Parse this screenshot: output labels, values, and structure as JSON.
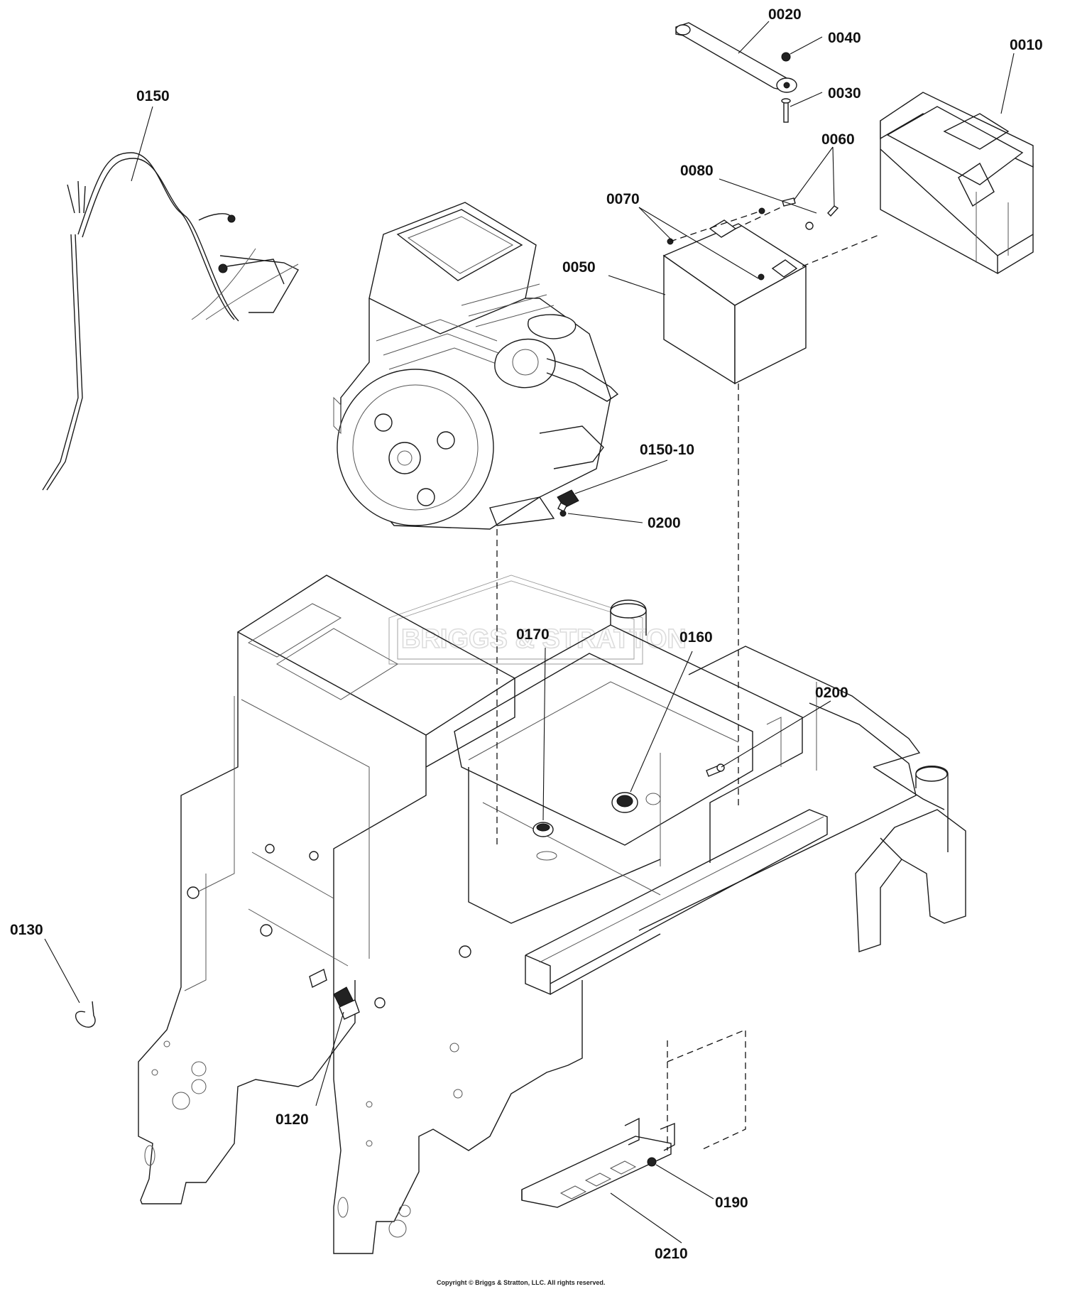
{
  "watermark": "BRIGGS & STRATTON",
  "copyright": "Copyright © Briggs & Stratton, LLC. All rights reserved.",
  "labels": {
    "p0020": "0020",
    "p0040": "0040",
    "p0010": "0010",
    "p0030": "0030",
    "p0150": "0150",
    "p0060": "0060",
    "p0080": "0080",
    "p0070": "0070",
    "p0050": "0050",
    "p0150_10": "0150-10",
    "p0200_top": "0200",
    "p0160": "0160",
    "p0170": "0170",
    "p0200_frame": "0200",
    "p0130": "0130",
    "p0120": "0120",
    "p0190": "0190",
    "p0210": "0210"
  }
}
